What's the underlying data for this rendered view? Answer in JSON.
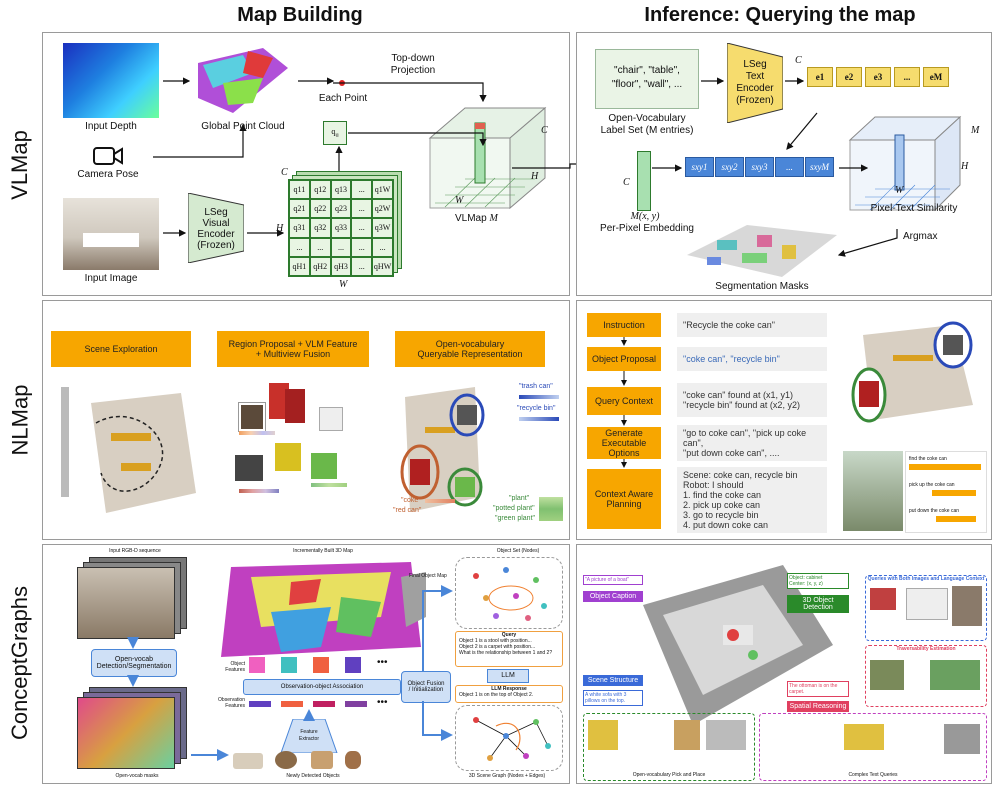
{
  "headers": {
    "left": "Map Building",
    "right": "Inference: Querying the map"
  },
  "rows": {
    "vlmap": "VLMap",
    "nlmap": "NLMap",
    "conceptgraphs": "ConceptGraphs"
  },
  "vlmap_build": {
    "input_depth": "Input Depth",
    "global_point_cloud": "Global Point Cloud",
    "camera_pose": "Camera Pose",
    "each_point": "Each Point",
    "top_down": "Top-down",
    "projection": "Projection",
    "input_image": "Input Image",
    "lseg_encoder_1": "LSeg",
    "lseg_encoder_2": "Visual",
    "lseg_encoder_3": "Encoder",
    "lseg_encoder_4": "(Frozen)",
    "h": "H",
    "w": "W",
    "c": "C",
    "q_u": "q",
    "q_u_sub": "u",
    "grid_cells": [
      [
        "q11",
        "q12",
        "q13",
        "...",
        "q1W"
      ],
      [
        "q21",
        "q22",
        "q23",
        "...",
        "q2W"
      ],
      [
        "q31",
        "q32",
        "q33",
        "...",
        "q3W"
      ],
      [
        "...",
        "...",
        "...",
        "...",
        "..."
      ],
      [
        "qH1",
        "qH2",
        "qH3",
        "...",
        "qHW"
      ]
    ],
    "map_c": "C",
    "map_h": "H",
    "map_w": "W",
    "vlmap_label": "VLMap",
    "vlmap_symbol": "M"
  },
  "vlmap_infer": {
    "label_set_text_1": "\"chair\", \"table\",",
    "label_set_text_2": "\"floor\", \"wall\", ...",
    "label_set_caption_1": "Open-Vocabulary",
    "label_set_caption_2": "Label Set (M entries)",
    "lseg_text_1": "LSeg",
    "lseg_text_2": "Text",
    "lseg_text_3": "Encoder",
    "lseg_text_4": "(Frozen)",
    "c": "C",
    "e_cells": [
      "e1",
      "e2",
      "e3",
      "...",
      "eM"
    ],
    "m": "M",
    "h": "H",
    "w": "W",
    "c2": "C",
    "embedding_symbol": "M(x, y)",
    "per_pixel": "Per-Pixel Embedding",
    "s_cells": [
      "sxy1",
      "sxy2",
      "sxy3",
      "...",
      "sxyM"
    ],
    "pixel_text_similarity": "Pixel-Text Similarity",
    "argmax": "Argmax",
    "segmentation_masks": "Segmentation Masks"
  },
  "nlmap_build": {
    "box1": "Scene Exploration",
    "box2_1": "Region Proposal + VLM Feature",
    "box2_2": "+ Multiview Fusion",
    "box3_1": "Open-vocabulary",
    "box3_2": "Queryable Representation",
    "trash_can": "\"trash can\"",
    "recycle_bin": "\"recycle bin\"",
    "coke": "\"coke\"",
    "red_can": "\"red can\"",
    "plant": "\"plant\"",
    "potted_plant": "\"potted plant\"",
    "green_plant": "\"green plant\""
  },
  "nlmap_infer": {
    "steps": [
      {
        "label": "Instruction",
        "detail": "\"Recycle the coke can\""
      },
      {
        "label": "Object Proposal",
        "detail": "\"coke can\", \"recycle bin\""
      },
      {
        "label": "Query Context",
        "detail_1": "\"coke can\" found at (x1, y1)",
        "detail_2": "\"recycle bin\" found at (x2, y2)"
      },
      {
        "label_1": "Generate Executable",
        "label_2": "Options",
        "detail_1": "\"go to coke can\", \"pick up coke can\",",
        "detail_2": "\"put down coke can\", ...."
      },
      {
        "label_1": "Context Aware",
        "label_2": "Planning"
      }
    ],
    "plan_lines": [
      "Scene: coke can, recycle bin",
      "Robot: I should",
      "1.    find the coke can",
      "2.    pick up coke can",
      "3.    go to recycle bin",
      "4.    put down coke can"
    ],
    "scores": [
      {
        "label": "find the coke can",
        "value": 1.0
      },
      {
        "label": "pick up the coke can",
        "value": 0.62
      },
      {
        "label": "put down the coke can",
        "value": 0.55
      }
    ]
  },
  "cg_build": {
    "input_rgbd": "Input RGB-D sequence",
    "incremental_3d": "Incrementally Built 3D Map",
    "object_set": "Object Set (Nodes)",
    "final_object_map": "Final Object Map",
    "open_vocab_det_1": "Open-vocab",
    "open_vocab_det_2": "Detection/Segmentation",
    "object_features": "Object\nFeatures",
    "obs_features": "Observation\nFeatures",
    "association": "Observation-object Association",
    "fusion_1": "Object Fusion",
    "fusion_2": "/ Initialization",
    "feature_extractor_1": "Feature",
    "feature_extractor_2": "Extractor",
    "query_title": "Query",
    "query_1": "Object 1 is a stool with position...",
    "query_2": "Object 2 is a carpet with position...",
    "query_3": "What is the relationship between 1 and 2?",
    "llm": "LLM",
    "llm_response_title": "LLM Response",
    "llm_response": "Object 1 is on the top of Object 2.",
    "open_vocab_masks": "Open-vocab masks",
    "new_objects": "Newly Detected Objects",
    "scene_graph": "3D Scene Graph (Nodes + Edges)",
    "ellipsis": "•••"
  },
  "cg_infer": {
    "object_caption": "Object Caption",
    "caption_quote": "\"A picture of a boat\"",
    "detection_3d": "3D Object Detection",
    "detection_quote": "Object: cabinet\nCenter: (x, y, z)",
    "scene_structure": "Scene Structure",
    "scene_quote": "A white sofa with 3 pillows on the top.",
    "spatial_reasoning": "Spatial Reasoning",
    "spatial_quote": "The ottoman is on the carpet.",
    "queries_title": "Queries with Both Images and Language Context",
    "traversability": "Traversability Estimation",
    "pick_place": "Open-vocabulary Pick and Place",
    "complex_queries": "Complex Text Queries"
  },
  "colors": {
    "orange": "#f7a600",
    "green_cell": "#e8f5e3",
    "blue_cell": "#4a86d8",
    "yellow_cell": "#f6dc6e",
    "arrow_blue": "#4a86d8"
  }
}
